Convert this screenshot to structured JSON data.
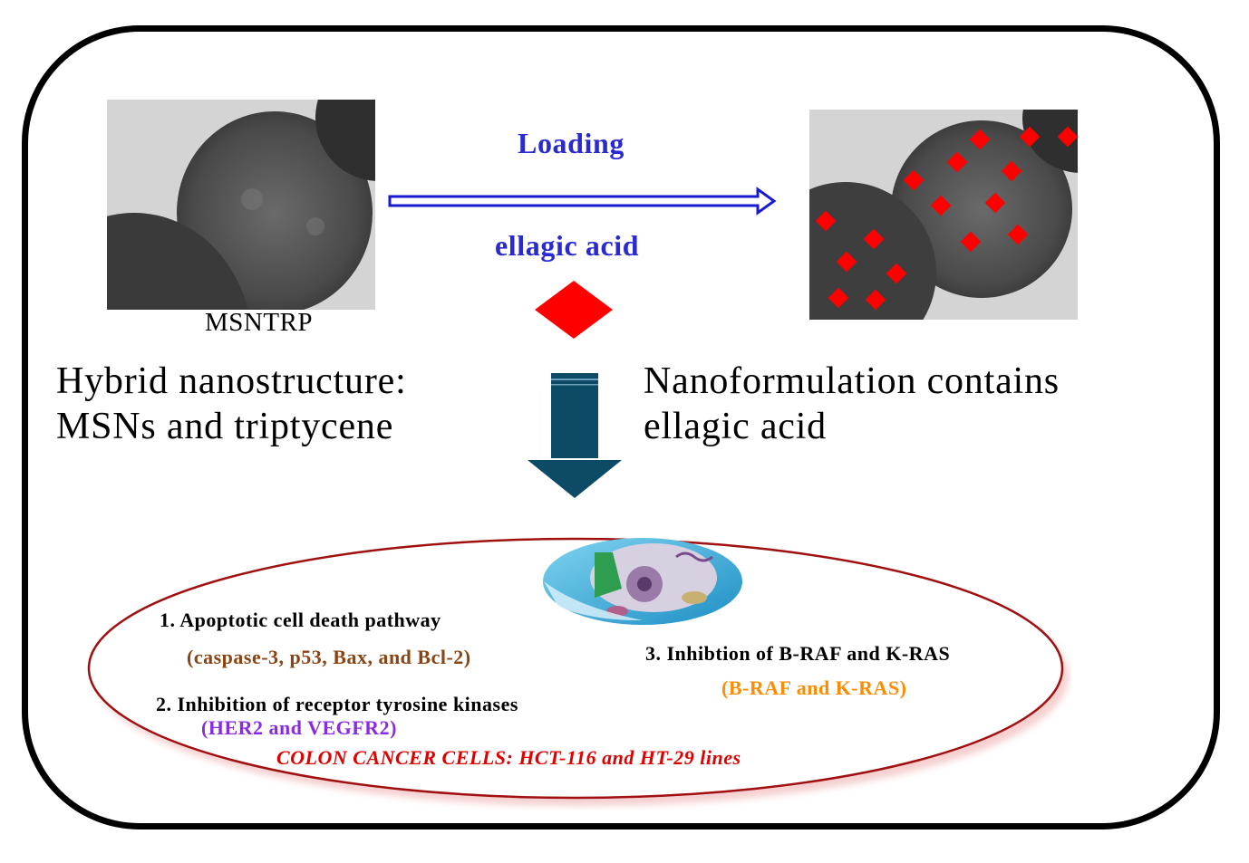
{
  "left_image": {
    "caption": "MSNTRP"
  },
  "arrow": {
    "top_label": "Loading",
    "bottom_label": "ellagic acid"
  },
  "left_text": {
    "line1": "Hybrid nanostructure:",
    "line2": "MSNs and triptycene"
  },
  "right_text": {
    "line1": "Nanoformulation contains",
    "line2": "ellagic acid"
  },
  "ellipse": {
    "item1": "1. Apoptotic cell death pathway",
    "item1_detail": "(caspase-3, p53, Bax, and Bcl-2)",
    "item2": "2. Inhibition of receptor tyrosine kinases",
    "item2_detail": "(HER2 and VEGFR2)",
    "item3": "3. Inhibtion of B-RAF and K-RAS",
    "item3_detail": "(B-RAF and K-RAS)",
    "footer": "COLON CANCER CELLS: HCT-116 and HT-29 lines"
  },
  "colors": {
    "arrow_blue": "#1a1ad0",
    "down_arrow": "#0d4a66",
    "marker_red": "#ff0000",
    "detail_brown": "#8b4513",
    "detail_purple": "#8a2be2",
    "detail_orange": "#ff8c00",
    "footer_red": "#e00000",
    "ellipse_border": "#a01010"
  }
}
